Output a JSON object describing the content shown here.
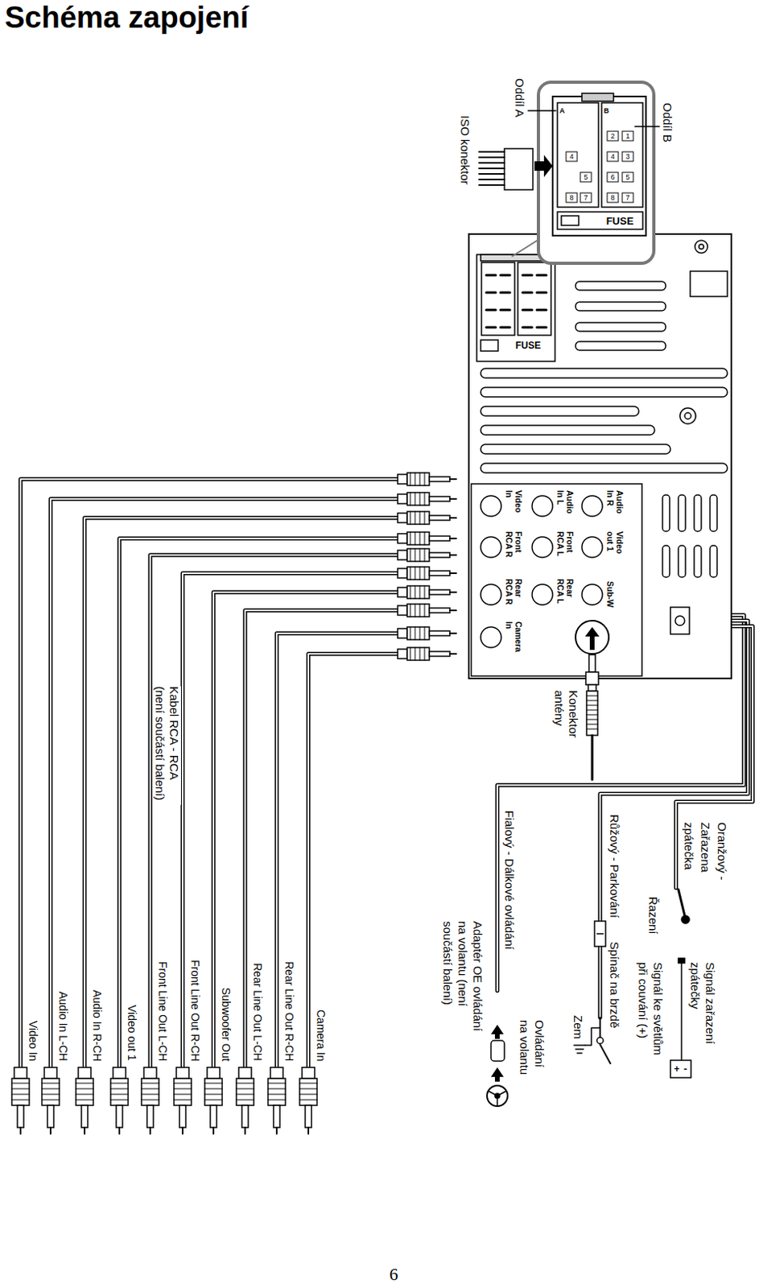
{
  "diagram": {
    "title": "Schéma zapojení",
    "nodes": [
      {
        "text": [
          "Video In"
        ]
      },
      {
        "text": [
          "Audio In L"
        ]
      },
      {
        "text": [
          "Audio In R"
        ]
      },
      {
        "text": [
          "Front RCA R"
        ]
      },
      {
        "text": [
          "Front RCA L"
        ]
      },
      {
        "text": [
          "Video out 1"
        ]
      },
      {
        "text": [
          "Rear RCA R"
        ]
      },
      {
        "text": [
          "Rear RCA L"
        ]
      },
      {
        "text": [
          "Sub-W"
        ]
      },
      {
        "text": [
          "Camera In"
        ]
      }
    ],
    "labels": [
      "Oddíl A",
      "Oddíl B",
      "ISO konektor",
      "A",
      "4",
      "5",
      "8",
      "7",
      "B",
      "1",
      "2",
      "4",
      "3",
      "6",
      "5",
      "8",
      "7",
      "FUSE",
      "FUSE",
      "Konektor antény",
      "Kabel RCA - RCA (není součástí balení)",
      "Video In",
      "Audio In L-CH",
      "Audio In R-CH",
      "Video out 1",
      "Front Line Out L-CH",
      "Front Line Out R-CH",
      "Subwoofer Out",
      "Rear Line Out L-CH",
      "Rear Line Out R-CH",
      "Camera In",
      "Oranžový - Zařazena zpátečka",
      "Řazení",
      "Signál zařazení zpátečky",
      "Signál ke světlům při couvání (+)",
      "Růžový - Parkování",
      "Spínač na brzdě",
      "Zem",
      "Fialový - Dálkové ovládání",
      "Adaptér OE ovládání na volantu (není součástí balení)",
      "Ovládání na volantu",
      "6",
      "+",
      "-"
    ]
  }
}
